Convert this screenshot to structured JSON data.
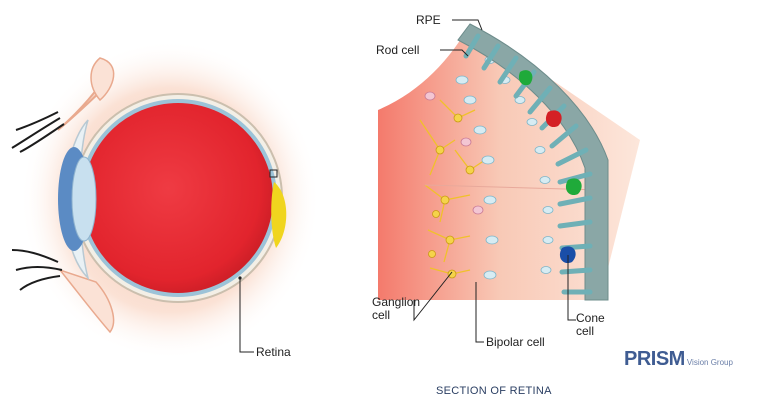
{
  "labels": {
    "rpe": "RPE",
    "rod_cell": "Rod cell",
    "ganglion_cell": "Ganglion\ncell",
    "bipolar_cell": "Bipolar cell",
    "cone_cell": "Cone\ncell",
    "retina": "Retina"
  },
  "caption": "SECTION OF RETINA",
  "logo": {
    "wordmark": "PRISM",
    "tagline": "Vision Group"
  },
  "colors": {
    "globe_red": "#e8323a",
    "sclera": "#f3efe6",
    "skin": "#f7c9b0",
    "rpe_grey": "#8aa7a6",
    "cone_green": "#1faa3a",
    "cone_red": "#d42025",
    "cone_blue": "#1a4ea8",
    "nerve_yellow": "#f0c12a",
    "logo_blue": "#3f5c92"
  }
}
